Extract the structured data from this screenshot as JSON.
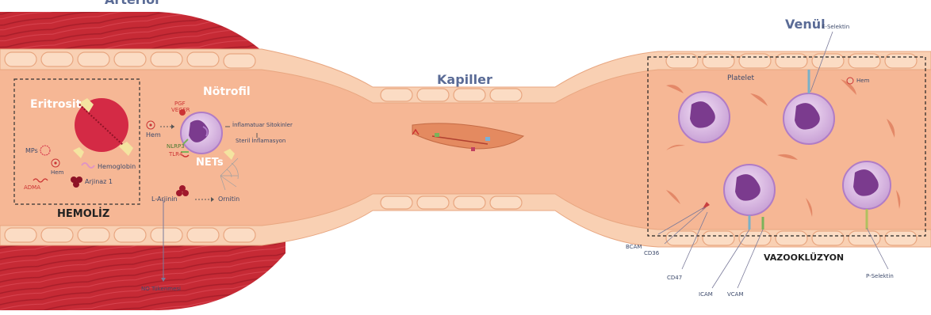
{
  "labels": {
    "arteriol": "Arteriol",
    "kapiller": "Kapiller",
    "venul": "Venül",
    "eritrosit": "Eritrosit",
    "notrofil": "Nötrofil",
    "nets": "NETs",
    "hem_left": "Hem",
    "hem_box": "Hem",
    "mps": "MPs",
    "hemoglobin": "Hemoglobin",
    "adma": "ADMA",
    "arjinaz": "Arjinaz 1",
    "hemoliz": "HEMOLİZ",
    "l_arjinin": "L-Arjinin",
    "ornitin": "Ornitin",
    "no_tukenmesi": "NO Tükenmesi",
    "inflamatuar": "İnflamatuar Sitokinler",
    "steril": "Steril İnflamasyon",
    "pgf": "PGF",
    "vegfr": "VEGFR",
    "nlrp3": "NLRP3",
    "tlr4": "TLR4",
    "platelet": "Platelet",
    "hem_right": "Hem",
    "e_selektin": "E-Selektin",
    "bcam": "BCAM",
    "cd36": "CD36",
    "cd47": "CD47",
    "icam": "ICAM",
    "vcam": "VCAM",
    "vazooklüzyon": "VAZOOKLÜZYON",
    "p_selektin": "P-Selektin"
  }
}
